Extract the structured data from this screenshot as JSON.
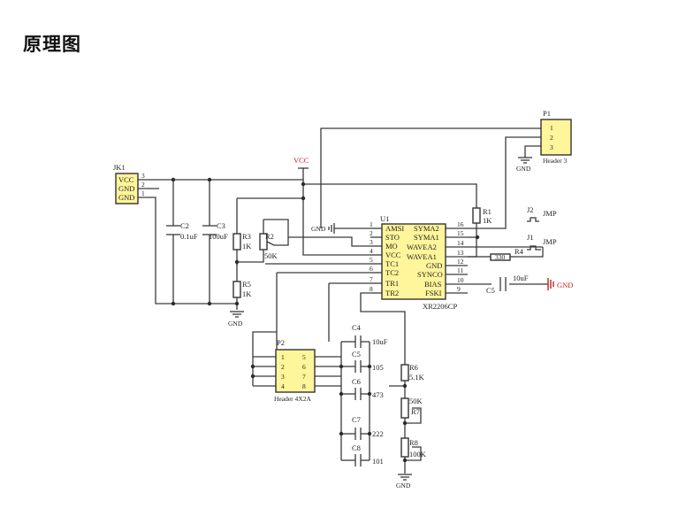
{
  "title": "原理图",
  "colors": {
    "component_fill": "#fff59a",
    "wire": "#3a3a3a",
    "gnd_red": "#cc2222"
  },
  "labels": {
    "vcc": "VCC",
    "gnd": "GND"
  },
  "jk1": {
    "ref": "JK1",
    "pins": [
      "VCC",
      "GND",
      "GND"
    ],
    "pin_nums": [
      "3",
      "2",
      "1"
    ]
  },
  "p1": {
    "ref": "P1",
    "pins": [
      "1",
      "2",
      "3"
    ],
    "name": "Header 3"
  },
  "u1": {
    "ref": "U1",
    "part": "XR2206CP",
    "left_pins": [
      {
        "num": "1",
        "name": "AMSI"
      },
      {
        "num": "2",
        "name": "STO"
      },
      {
        "num": "3",
        "name": "MO"
      },
      {
        "num": "4",
        "name": "VCC"
      },
      {
        "num": "5",
        "name": "TC1"
      },
      {
        "num": "6",
        "name": "TC2"
      },
      {
        "num": "7",
        "name": "TR1"
      },
      {
        "num": "8",
        "name": "TR2"
      }
    ],
    "right_pins": [
      {
        "num": "16",
        "name": "SYMA2"
      },
      {
        "num": "15",
        "name": "SYMA1"
      },
      {
        "num": "14",
        "name": "WAVEA2"
      },
      {
        "num": "13",
        "name": "WAVEA1"
      },
      {
        "num": "12",
        "name": "GND"
      },
      {
        "num": "11",
        "name": "SYNCO"
      },
      {
        "num": "10",
        "name": "BIAS"
      },
      {
        "num": "9",
        "name": "FSKI"
      }
    ]
  },
  "p2": {
    "ref": "P2",
    "name": "Header 4X2A",
    "left": [
      "1",
      "2",
      "3",
      "4"
    ],
    "right": [
      "5",
      "6",
      "7",
      "8"
    ]
  },
  "components": {
    "c2": {
      "ref": "C2",
      "value": "0.1uF"
    },
    "c3": {
      "ref": "C3",
      "value": "100uF"
    },
    "r3": {
      "ref": "R3",
      "value": "1K"
    },
    "r2": {
      "ref": "R2",
      "value": "50K"
    },
    "r5": {
      "ref": "R5",
      "value": "1K"
    },
    "r1": {
      "ref": "R1",
      "value": "1K"
    },
    "r4": {
      "ref": "R4",
      "value": "330"
    },
    "c5b": {
      "ref": "C5",
      "value": "10uF"
    },
    "j2": {
      "ref": "J2",
      "value": "JMP"
    },
    "j1": {
      "ref": "J1",
      "value": "JMP"
    },
    "c4": {
      "ref": "C4",
      "value": "10uF"
    },
    "c5": {
      "ref": "C5",
      "value": "105"
    },
    "c6": {
      "ref": "C6",
      "value": "473"
    },
    "c7": {
      "ref": "C7",
      "value": "222"
    },
    "c8": {
      "ref": "C8",
      "value": "101"
    },
    "r6": {
      "ref": "R6",
      "value": "5.1K"
    },
    "r7": {
      "ref": "R7",
      "value": "50K"
    },
    "r8": {
      "ref": "R8",
      "value": "100K"
    }
  }
}
